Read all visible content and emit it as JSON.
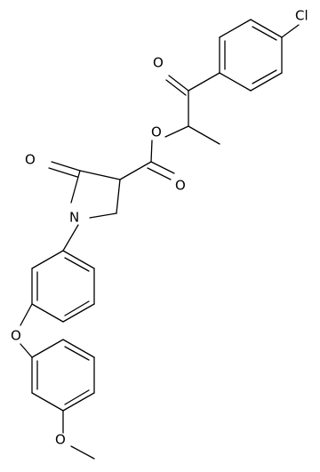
{
  "molecule": {
    "atom_labels": {
      "chlorine": "Cl",
      "ketone_oxygen": "O",
      "ester_oxygen": "O",
      "ester_carbonyl_oxygen": "O",
      "lactam_oxygen": "O",
      "nitrogen": "N",
      "ether_oxygen": "O",
      "methoxy_oxygen": "O"
    },
    "colors": {
      "ink": "#000000",
      "background": "#ffffff"
    }
  }
}
